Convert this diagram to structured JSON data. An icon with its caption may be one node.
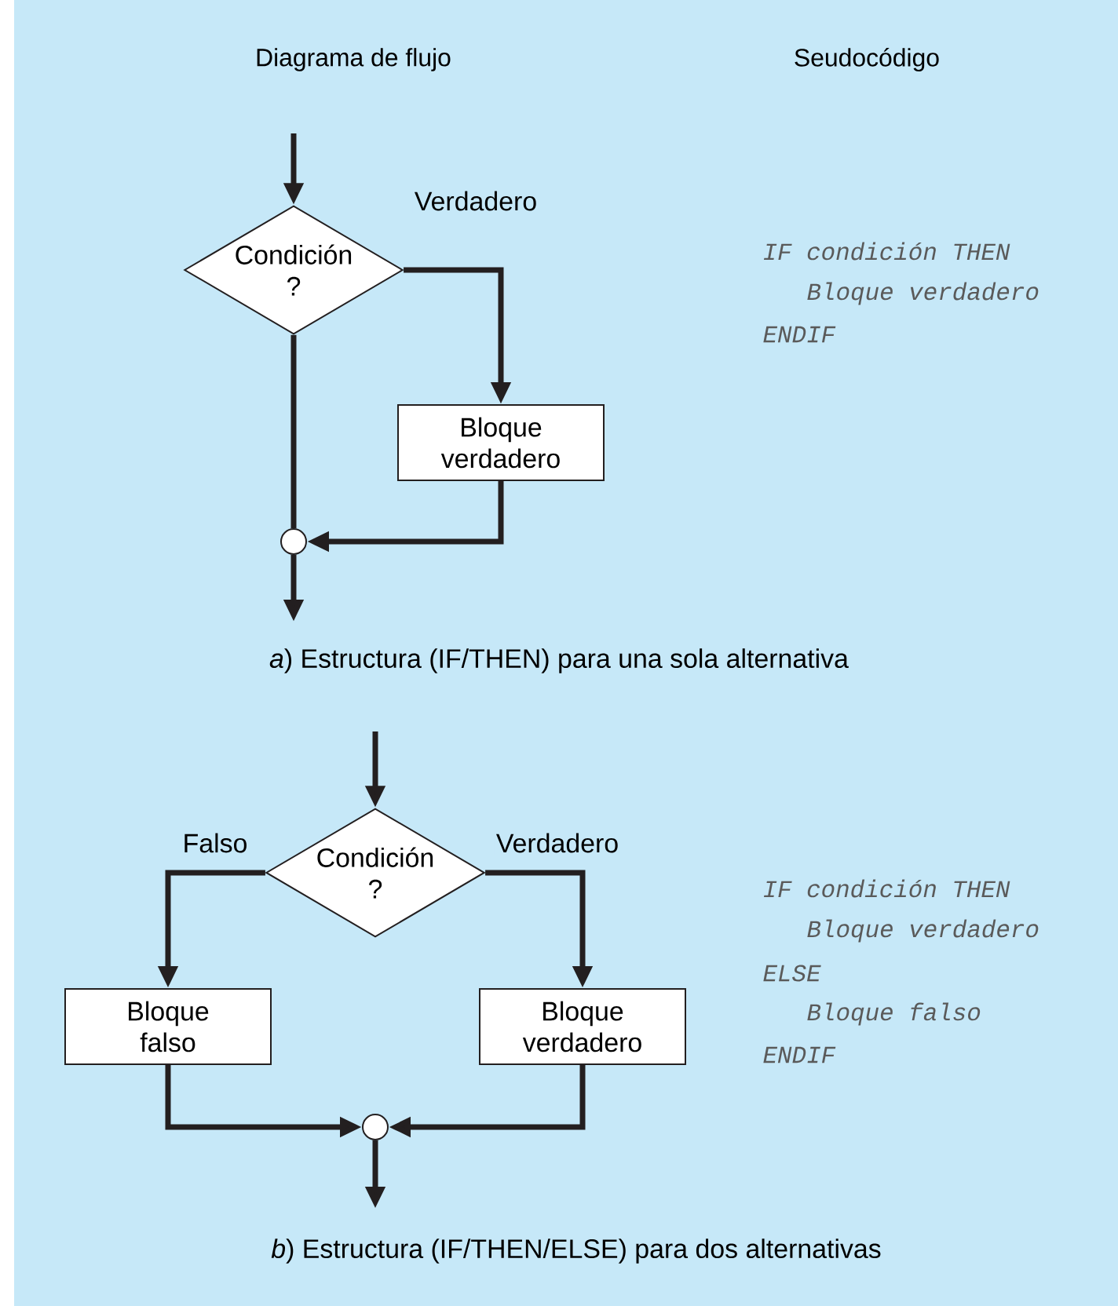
{
  "diagram": {
    "nodes": [
      {
        "text": [
          "Condición ?"
        ]
      },
      {
        "text": [
          "Bloque verdadero"
        ]
      },
      {
        "text": [],
        "shape": "circle"
      },
      {
        "text": [
          "Condición ?"
        ]
      },
      {
        "text": [
          "Bloque falso"
        ]
      },
      {
        "text": [
          "Bloque verdadero"
        ]
      },
      {
        "text": [],
        "shape": "circle"
      }
    ],
    "edges": [
      {
        "from": null,
        "to": 0,
        "arrow": "to"
      },
      {
        "from": 0,
        "to": 1,
        "arrow": "to",
        "label": "Verdadero"
      },
      {
        "from": 0,
        "to": 2,
        "arrow": "none"
      },
      {
        "from": 1,
        "to": 2,
        "arrow": "to"
      },
      {
        "from": 2,
        "to": null,
        "arrow": "to"
      },
      {
        "from": null,
        "to": 3,
        "arrow": "to"
      },
      {
        "from": 3,
        "to": 4,
        "arrow": "to",
        "label": "Falso"
      },
      {
        "from": 3,
        "to": 5,
        "arrow": "to",
        "label": "Verdadero"
      },
      {
        "from": 4,
        "to": 6,
        "arrow": "to"
      },
      {
        "from": 5,
        "to": 6,
        "arrow": "to"
      },
      {
        "from": 6,
        "to": null,
        "arrow": "to"
      }
    ],
    "labels": [
      "Diagrama de flujo",
      "Seudocódigo",
      "IF condición THEN",
      "Bloque verdadero",
      "ENDIF",
      "*a*) Estructura (IF/THEN) para una sola alternativa",
      "IF condición THEN",
      "Bloque verdadero",
      "ELSE",
      "Bloque falso",
      "ENDIF",
      "*b*) Estructura (IF/THEN/ELSE) para dos alternativas"
    ]
  }
}
